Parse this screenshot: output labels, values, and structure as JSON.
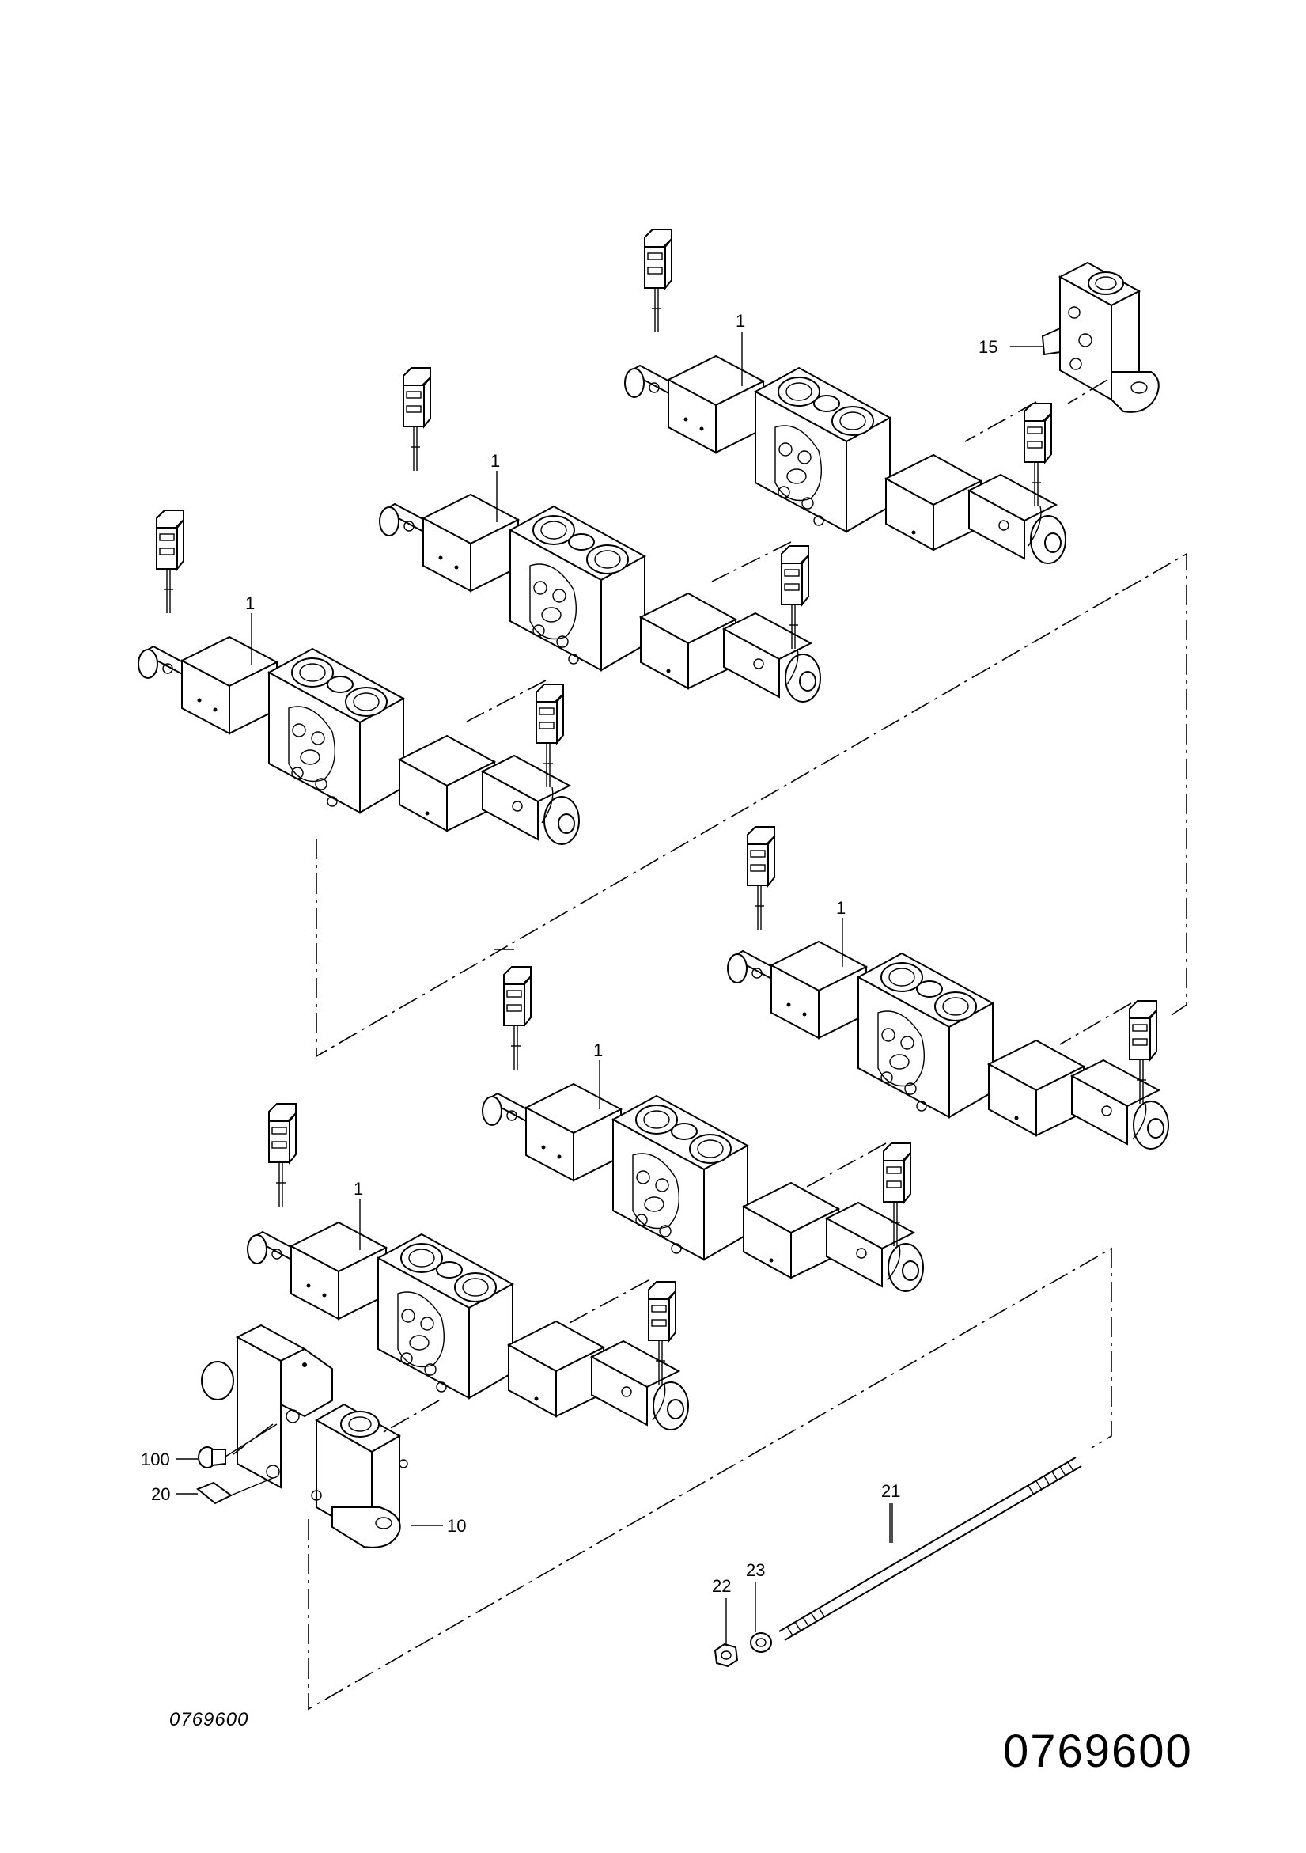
{
  "diagram": {
    "part_labels": {
      "valve_section": "1",
      "inlet_section": "10",
      "end_section": "15",
      "tie_rod": "21",
      "nut": "22",
      "washer": "23",
      "plug": "100",
      "label_plate": "20"
    },
    "drawing_code_small": "0769600",
    "drawing_code_large": "0769600"
  }
}
